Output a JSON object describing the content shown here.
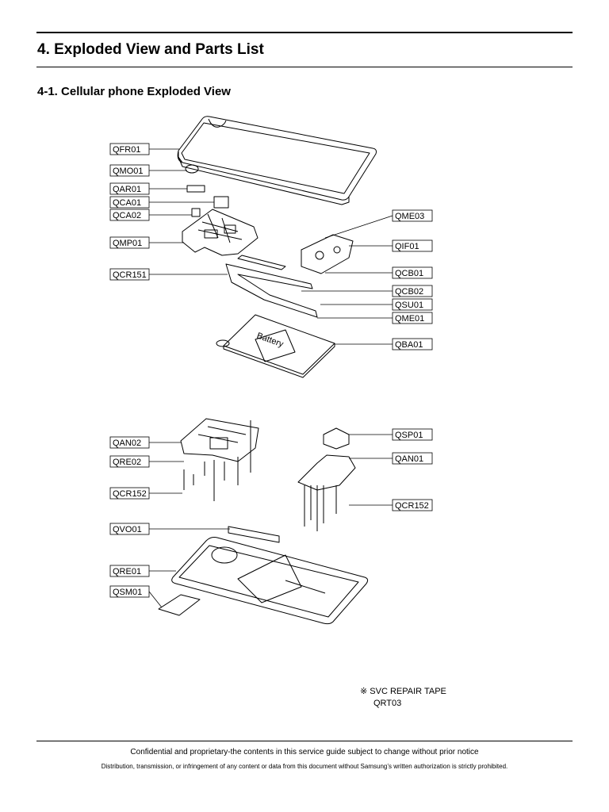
{
  "title": "4. Exploded View and Parts List",
  "subtitle": "4-1. Cellular phone Exploded View",
  "callouts_left": [
    "QFR01",
    "QMO01",
    "QAR01",
    "QCA01",
    "QCA02",
    "QMP01",
    "QCR151",
    "QAN02",
    "QRE02",
    "QCR152",
    "QVO01",
    "QRE01",
    "QSM01"
  ],
  "callouts_right": [
    "QME03",
    "QIF01",
    "QCB01",
    "QCB02",
    "QSU01",
    "QME01",
    "QBA01",
    "QSP01",
    "QAN01",
    "QCR152"
  ],
  "battery_label": "Battery",
  "note": {
    "symbol": "※",
    "text": "SVC REPAIR TAPE",
    "code": "QRT03"
  },
  "footer": {
    "line1": "Confidential and proprietary-the contents in this service guide subject to change without prior notice",
    "line2": "Distribution, transmission, or infringement of any content or data from this document without Samsung’s written authorization is strictly prohibited."
  }
}
